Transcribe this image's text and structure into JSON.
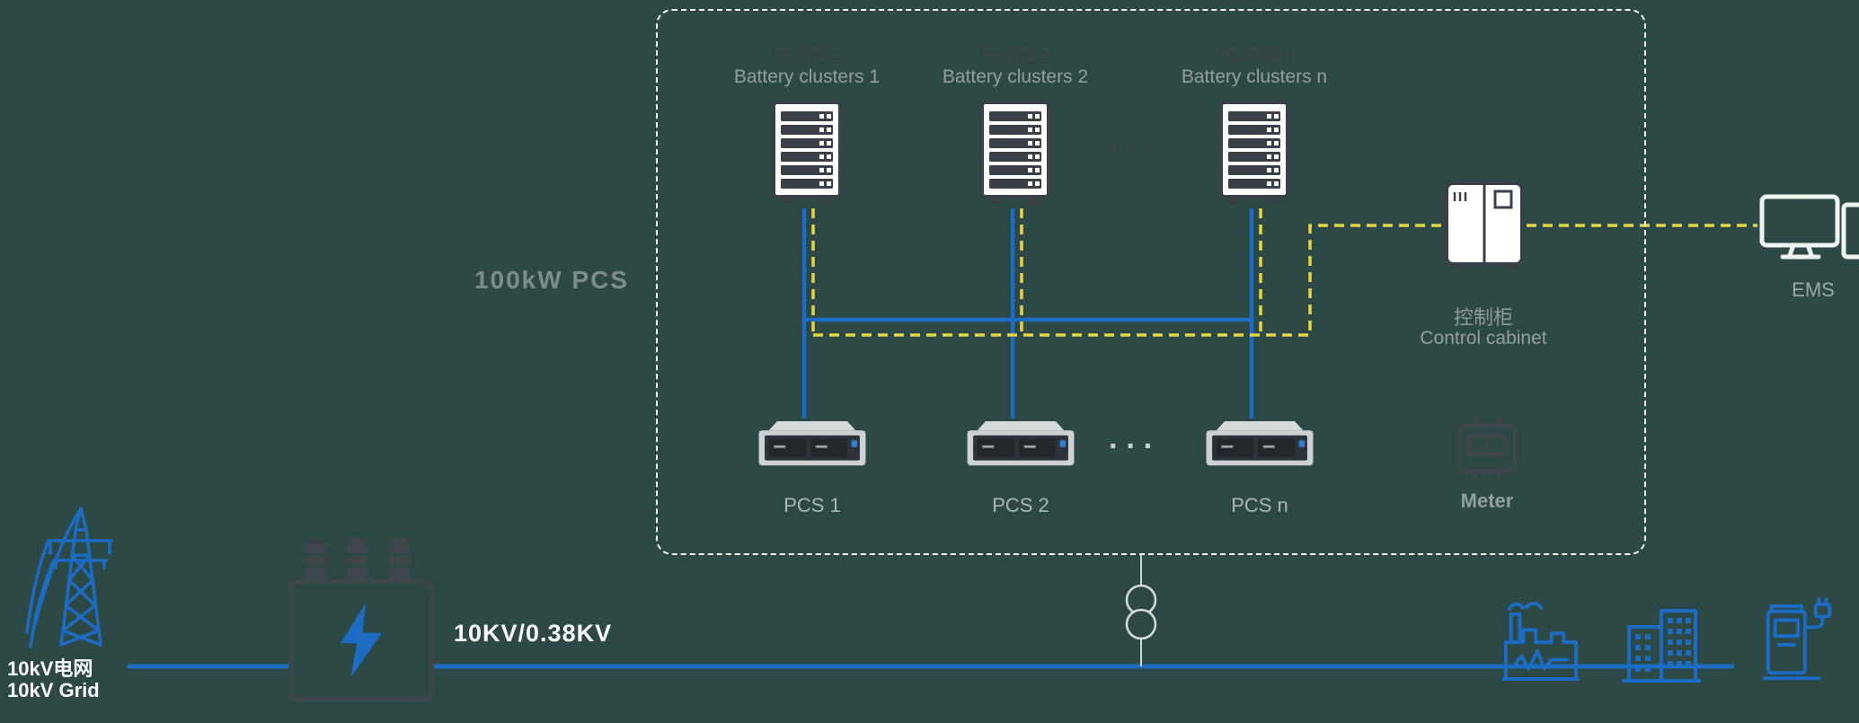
{
  "colors": {
    "background": "#2d4946",
    "blue": "#1b6cc2",
    "yellow": "#e9d53e",
    "white": "#ffffff",
    "gray_text": "#90a09e",
    "dark_icon": "#3a4045"
  },
  "system": {
    "pcs_system_label": "100kW  PCS",
    "clusters": [
      {
        "zh": "电池簇1",
        "en": "Battery clusters 1"
      },
      {
        "zh": "电池簇2",
        "en": "Battery clusters 2"
      },
      {
        "zh": "电池簇n",
        "en": "Battery clusters n"
      }
    ],
    "cluster_ellipsis": "···",
    "pcs_units": [
      "PCS 1",
      "PCS 2",
      "PCS n"
    ],
    "pcs_ellipsis": "···",
    "control_cabinet": {
      "zh": "控制柜",
      "en": "Control cabinet"
    },
    "meter_label": "Meter"
  },
  "ems_label": "EMS",
  "grid_label": {
    "zh": "10kV电网",
    "en": "10kV Grid"
  },
  "transformer_ratio": "10KV/0.38KV"
}
